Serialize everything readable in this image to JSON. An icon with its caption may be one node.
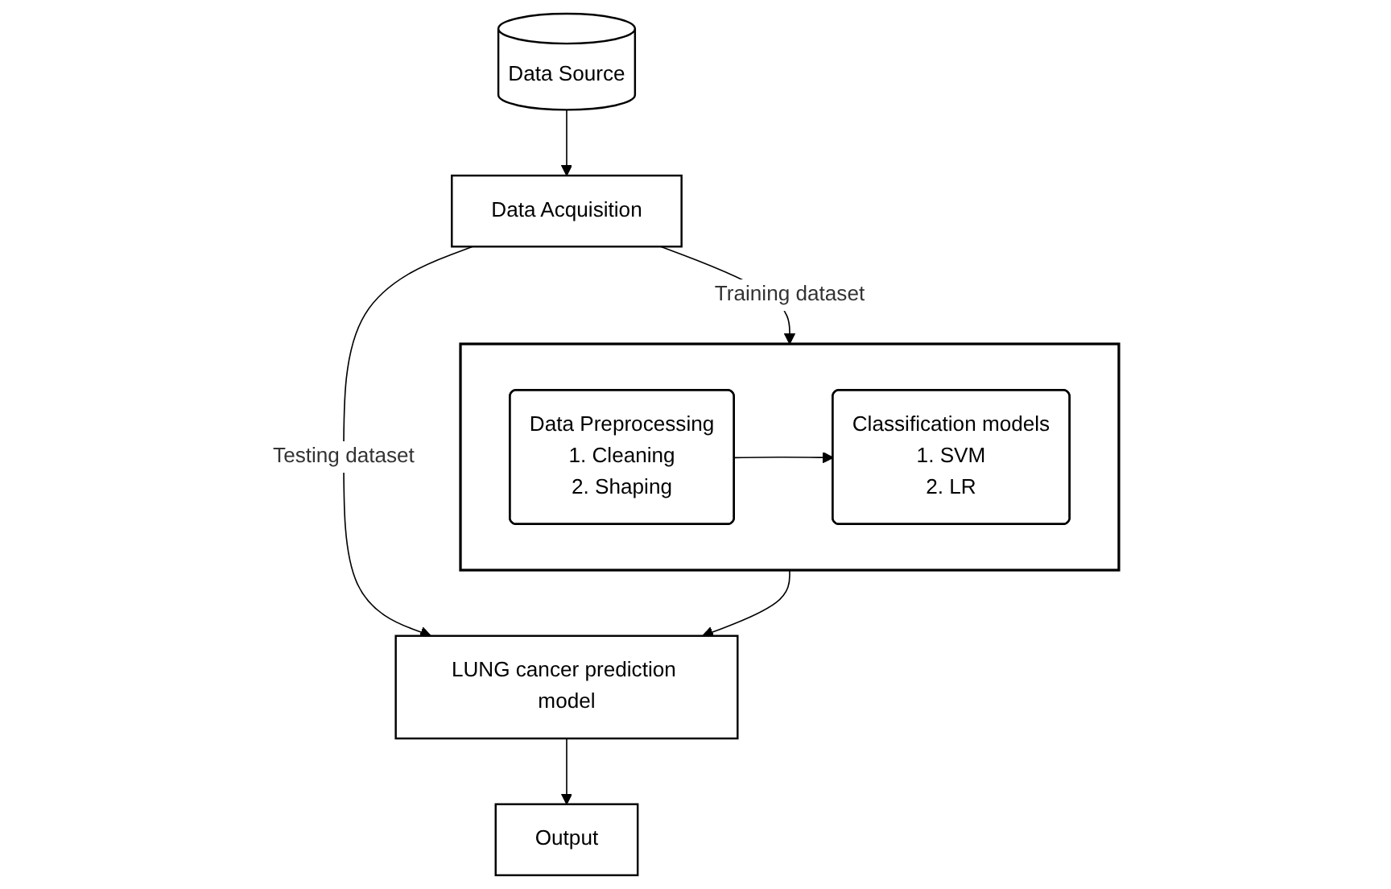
{
  "diagram": {
    "nodes": [
      {
        "text": [
          "Data Source"
        ]
      },
      {
        "text": [
          "Data Acquisition"
        ]
      },
      {
        "text": [],
        "shape": "box"
      },
      {
        "text": [
          "Data Preprocessing",
          "1. Cleaning",
          "2. Shaping"
        ],
        "in": 2
      },
      {
        "text": [
          "Classification models",
          "1. SVM",
          "2. LR"
        ],
        "in": 2
      },
      {
        "text": [
          "LUNG cancer prediction model"
        ]
      },
      {
        "text": [
          "Output"
        ]
      }
    ],
    "edges": [
      {
        "from": 0,
        "to": 1,
        "arrow": "to"
      },
      {
        "from": 1,
        "to": 2,
        "arrow": "to",
        "label": "Training dataset"
      },
      {
        "from": 3,
        "to": 4,
        "arrow": "to"
      },
      {
        "from": 2,
        "to": 5,
        "arrow": "to"
      },
      {
        "from": 1,
        "to": 5,
        "arrow": "to",
        "label": "Testing dataset"
      },
      {
        "from": 5,
        "to": 6,
        "arrow": "to"
      }
    ]
  }
}
